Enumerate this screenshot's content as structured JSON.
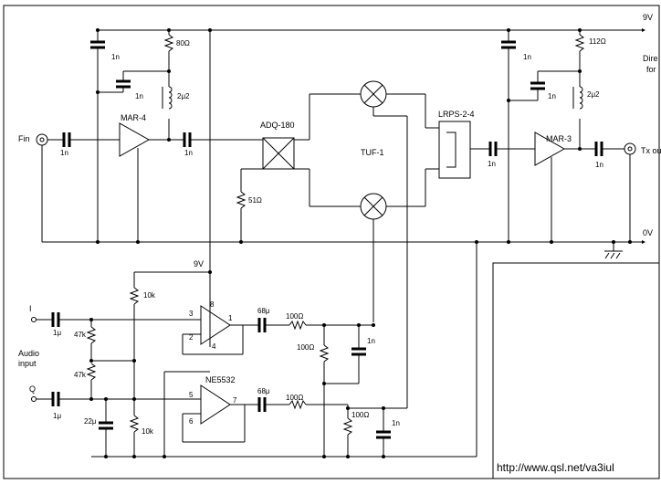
{
  "rails": {
    "supply": "9V",
    "ground": "0V",
    "opamp_supply": "9V"
  },
  "terminals": {
    "fin": "Fin",
    "tx_out": "Tx ou",
    "in_i": "I",
    "in_q": "Q",
    "audio": "Audio",
    "audio2": "input"
  },
  "side_note": {
    "line1": "Dire",
    "line2": "for"
  },
  "components": {
    "mar4": "MAR-4",
    "mar3": "MAR-3",
    "adq": "ADQ-180",
    "tuf": "TUF-1",
    "lrps": "LRPS-2-4",
    "ne5532": "NE5532",
    "c_1n": "1n",
    "r_80": "80Ω",
    "r_112": "112Ω",
    "l_2u2": "2μ2",
    "r_51": "51Ω",
    "r_10k": "10k",
    "r_47k": "47k",
    "c_68u": "68μ",
    "r_100": "100Ω",
    "c_1u": "1μ",
    "c_22u": "22μ",
    "pin1": "1",
    "pin2": "2",
    "pin3": "3",
    "pin4": "4",
    "pin5": "5",
    "pin6": "6",
    "pin7": "7",
    "pin8": "8"
  },
  "footer_url": "http://www.qsl.net/va3iul"
}
